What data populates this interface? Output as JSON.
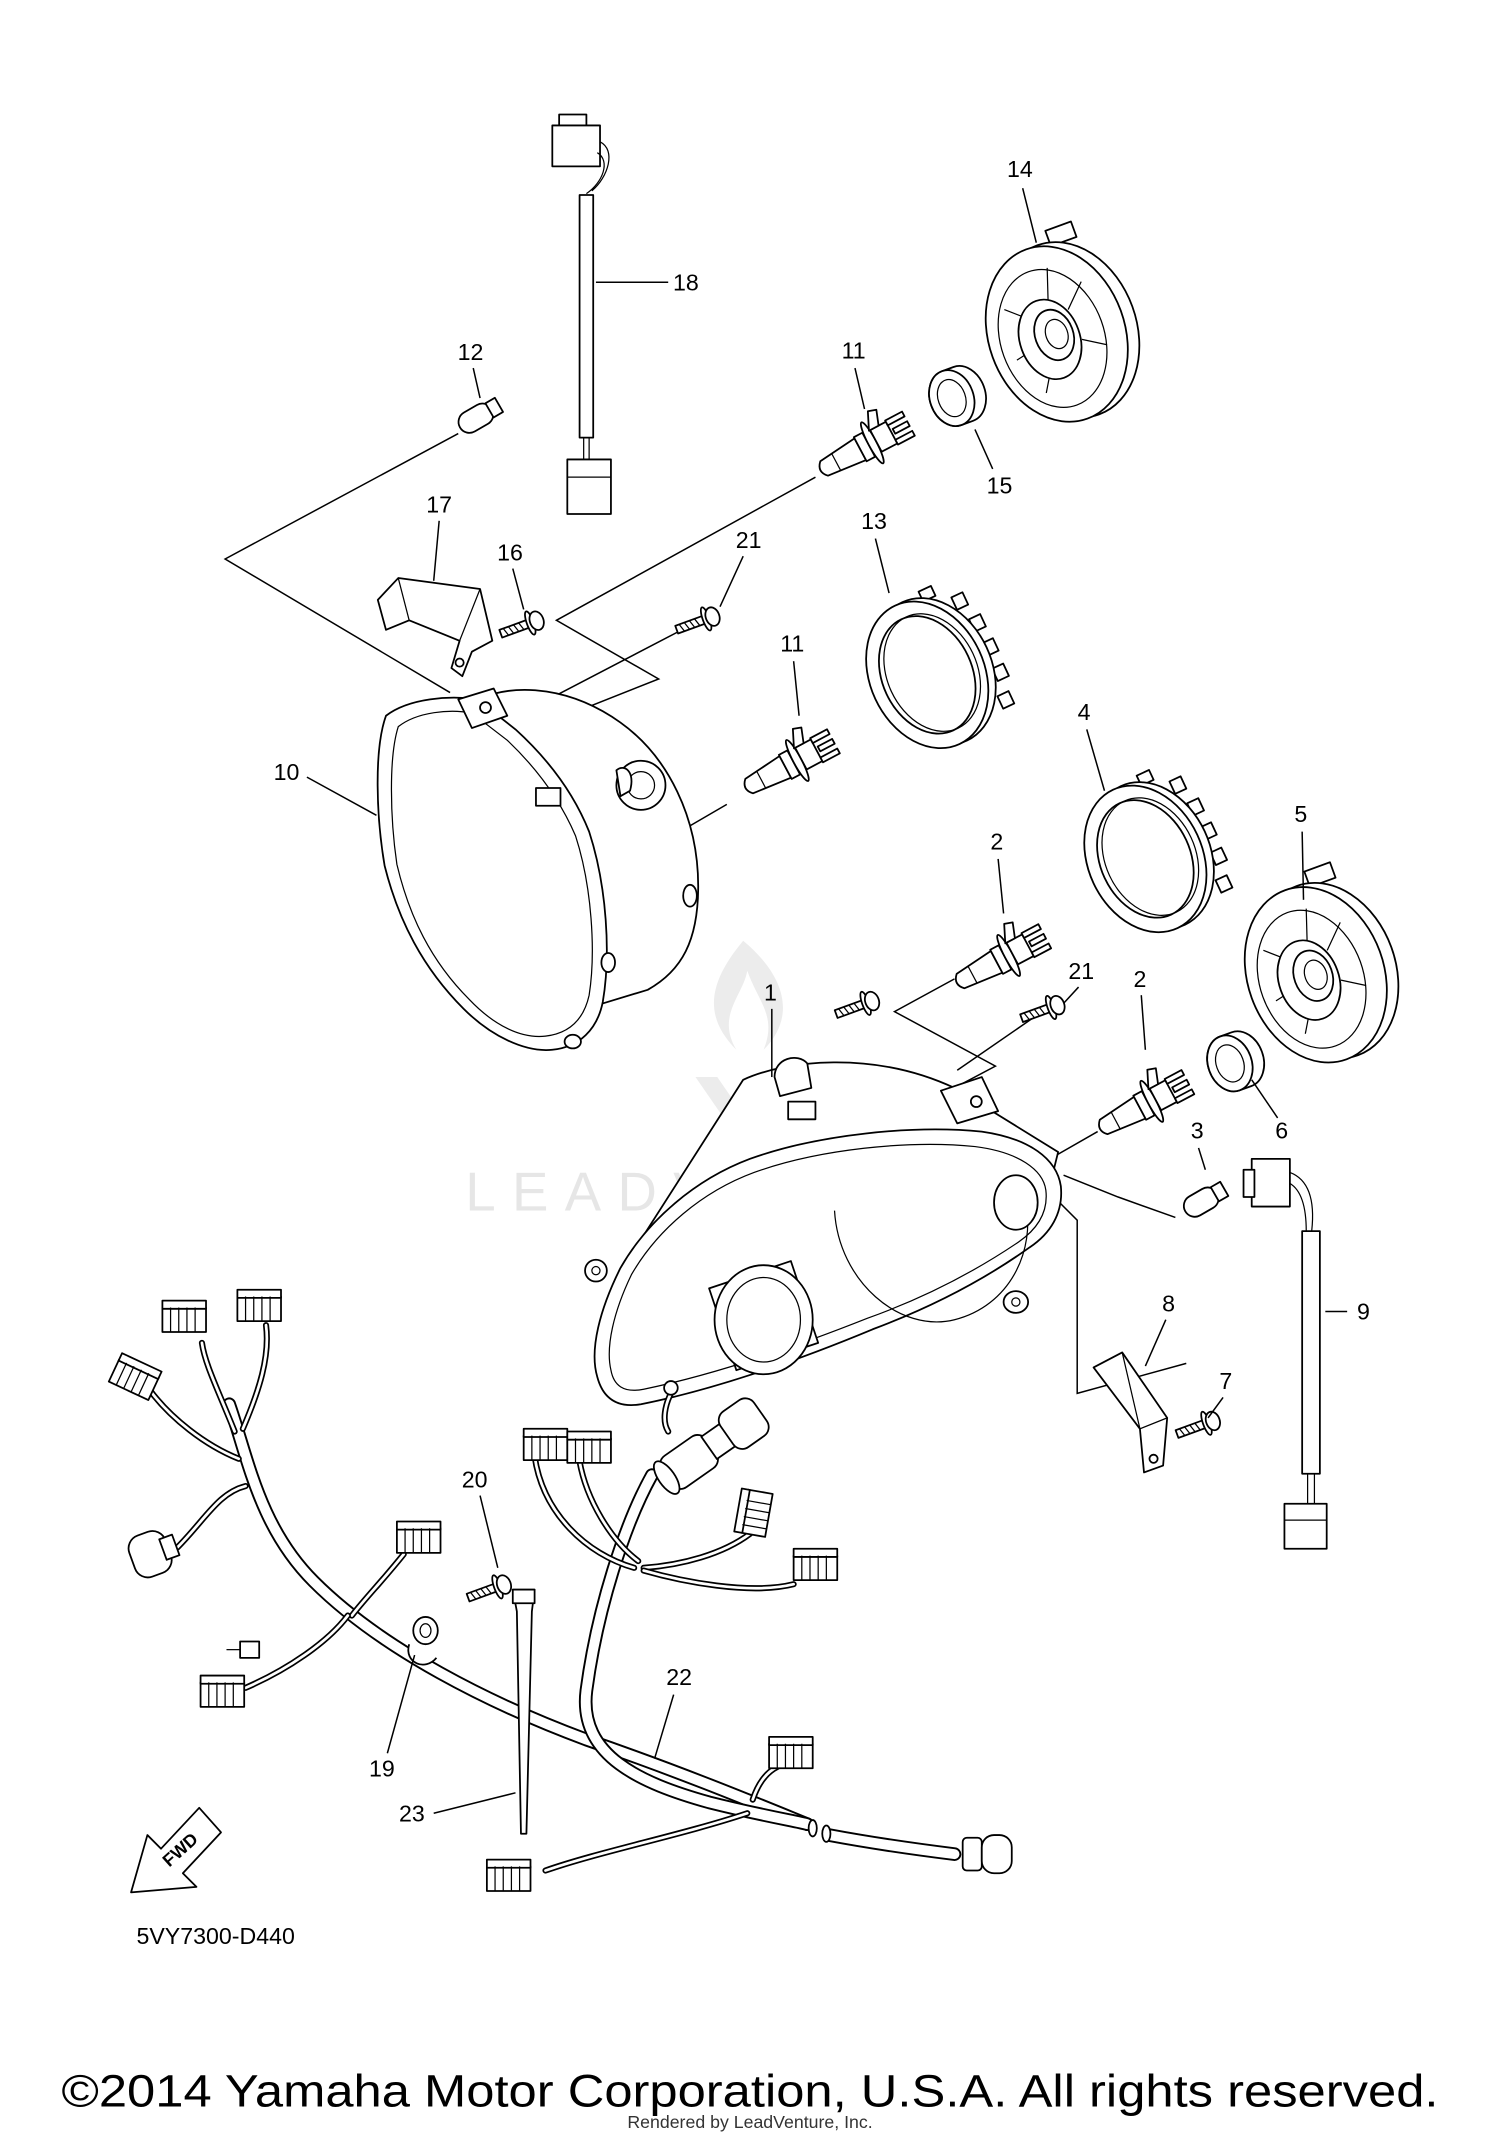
{
  "diagram": {
    "callouts": [
      "14",
      "18",
      "12",
      "11",
      "15",
      "17",
      "16",
      "21",
      "13",
      "11",
      "10",
      "4",
      "5",
      "2",
      "21",
      "2",
      "1",
      "3",
      "6",
      "8",
      "7",
      "9",
      "20",
      "19",
      "22",
      "23"
    ],
    "part_code": "5VY7300-D440",
    "fwd_label": "FWD",
    "watermark": "LEADVENTURE",
    "copyright": "©2014 Yamaha Motor Corporation, U.S.A. All rights reserved.",
    "rendered_by": "Rendered by LeadVenture, Inc."
  },
  "colors": {
    "line": "#000000",
    "background": "#ffffff",
    "watermark": "#e6e6e6"
  }
}
